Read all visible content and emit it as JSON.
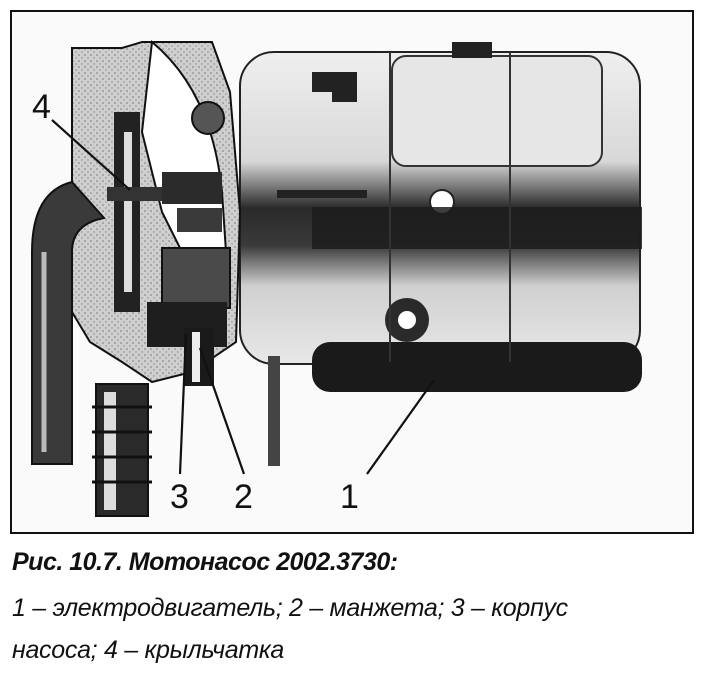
{
  "figure": {
    "callouts": [
      {
        "id": "1",
        "label": "1"
      },
      {
        "id": "2",
        "label": "2"
      },
      {
        "id": "3",
        "label": "3"
      },
      {
        "id": "4",
        "label": "4"
      }
    ]
  },
  "caption": {
    "title": "Рис. 10.7. Мотонасос 2002.3730:",
    "line1": "1 – электродвигатель; 2 – манжета; 3 – корпус",
    "line2": "насоса; 4 – крыльчатка"
  }
}
